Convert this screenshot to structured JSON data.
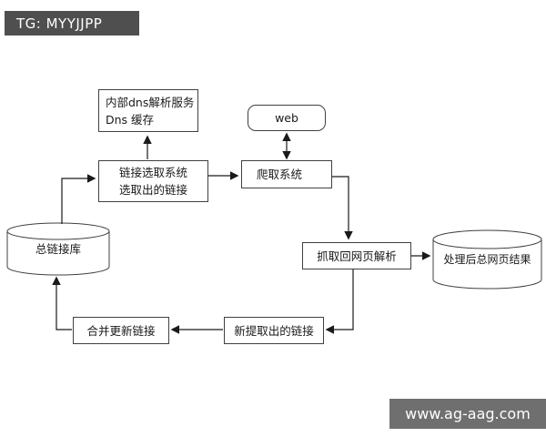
{
  "banners": {
    "top": "TG: MYYJJPP",
    "bottom": "www.ag-aag.com"
  },
  "diagram": {
    "title_hint": "web crawler architecture flowchart",
    "nodes": {
      "dns": {
        "line1": "内部dns解析服务",
        "line2": "Dns 缓存"
      },
      "web": {
        "label": "web"
      },
      "link_select": {
        "line1": "链接选取系统",
        "line2": "选取出的链接"
      },
      "crawl": {
        "label": "爬取系统"
      },
      "parse": {
        "label": "抓取回网页解析"
      },
      "total_links_db": {
        "label": "总链接库"
      },
      "processed_results_db": {
        "label": "处理后总网页结果"
      },
      "merge_update": {
        "label": "合并更新链接"
      },
      "new_links": {
        "label": "新提取出的链接"
      }
    },
    "edges": [
      "link_select -> dns (up arrow)",
      "web <-> crawl (double arrow)",
      "link_select -> crawl (right arrow)",
      "crawl -> parse (down arrow)",
      "parse -> processed_results_db (right arrow)",
      "parse -> new_links (left arrow)",
      "new_links -> merge_update (left arrow)",
      "merge_update -> total_links_db (up arrow)",
      "total_links_db -> link_select (right arrow)"
    ],
    "colors": {
      "canvas_bg": "#ffffff",
      "top_banner_bg": "#4f4f4f",
      "bottom_banner_bg": "#6f6f6f",
      "banner_text": "#ffffff",
      "node_border": "#404040",
      "node_fill": "#ffffff",
      "line_color": "#1a1a1a",
      "text_color": "#1a1a1a"
    }
  }
}
